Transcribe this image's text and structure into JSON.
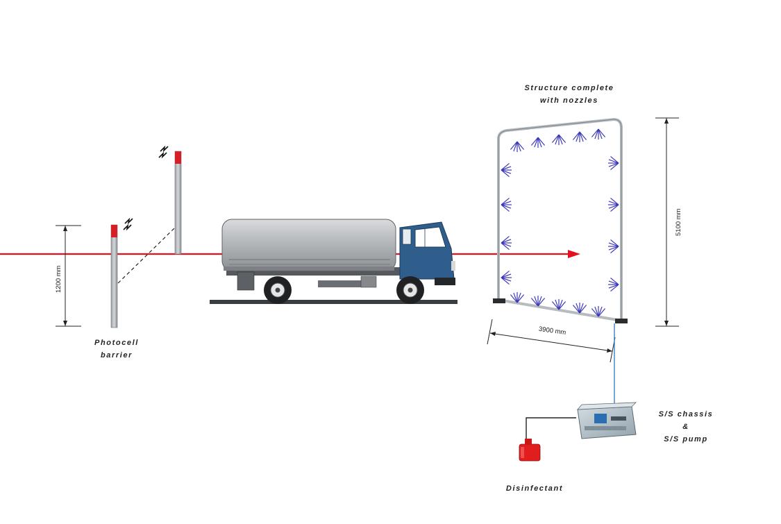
{
  "labels": {
    "photocell_line1": "Photocell",
    "photocell_line2": "barrier",
    "structure_line1": "Structure complete",
    "structure_line2": "with nozzles",
    "chassis_line1": "S/S chassis",
    "chassis_line2": "&",
    "chassis_line3": "S/S pump",
    "disinfectant": "Disinfectant"
  },
  "dimensions": {
    "barrier_height": "1200 mm",
    "arch_width": "3900 mm",
    "arch_height": "5100 mm"
  },
  "colors": {
    "laser_beam": "#e3111d",
    "truck_cab": "#2f5d8c",
    "tank": "#b9bbbe",
    "nozzle_spray": "#3d3ab8",
    "frame": "#c4c8cc",
    "canister": "#e01e1e",
    "pump_box": "#b7c4cc",
    "pole_cap": "#d31f25"
  }
}
